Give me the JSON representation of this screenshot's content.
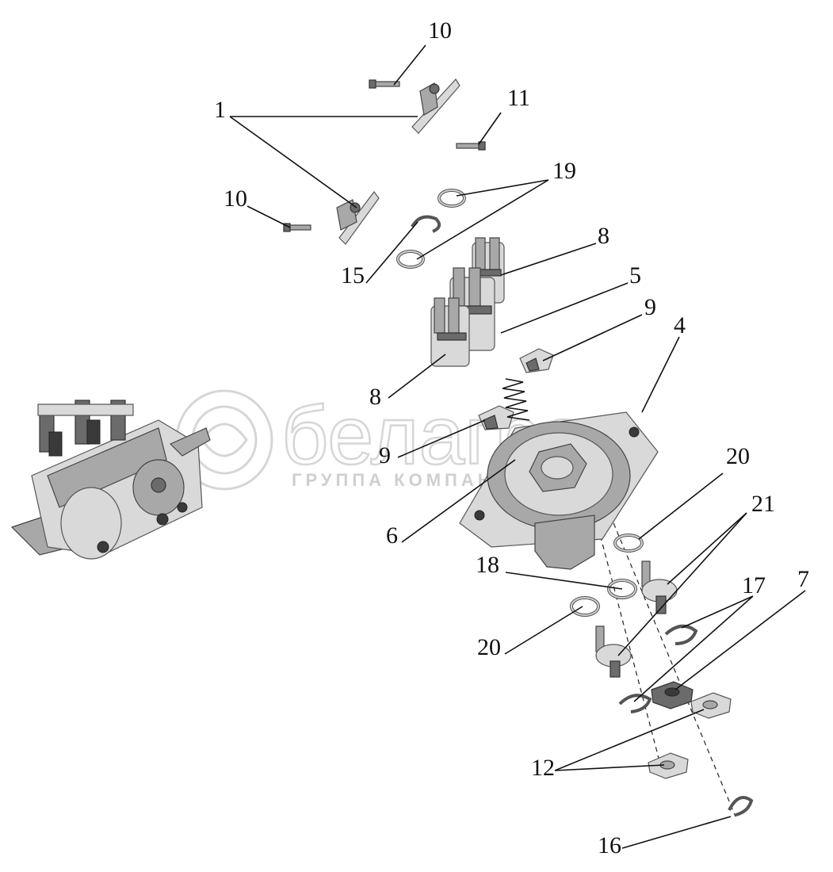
{
  "watermark": {
    "brand": "белагро",
    "subtitle": "ГРУППА КОМПАНИЙ"
  },
  "callouts": [
    {
      "id": "c10a",
      "label": "10"
    },
    {
      "id": "c1",
      "label": "1"
    },
    {
      "id": "c11",
      "label": "11"
    },
    {
      "id": "c19",
      "label": "19"
    },
    {
      "id": "c10b",
      "label": "10"
    },
    {
      "id": "c8a",
      "label": "8"
    },
    {
      "id": "c15",
      "label": "15"
    },
    {
      "id": "c5",
      "label": "5"
    },
    {
      "id": "c9a",
      "label": "9"
    },
    {
      "id": "c4",
      "label": "4"
    },
    {
      "id": "c8b",
      "label": "8"
    },
    {
      "id": "c9b",
      "label": "9"
    },
    {
      "id": "c20a",
      "label": "20"
    },
    {
      "id": "c21",
      "label": "21"
    },
    {
      "id": "c6",
      "label": "6"
    },
    {
      "id": "c18",
      "label": "18"
    },
    {
      "id": "c17",
      "label": "17"
    },
    {
      "id": "c7",
      "label": "7"
    },
    {
      "id": "c20b",
      "label": "20"
    },
    {
      "id": "c12",
      "label": "12"
    },
    {
      "id": "c16",
      "label": "16"
    }
  ]
}
